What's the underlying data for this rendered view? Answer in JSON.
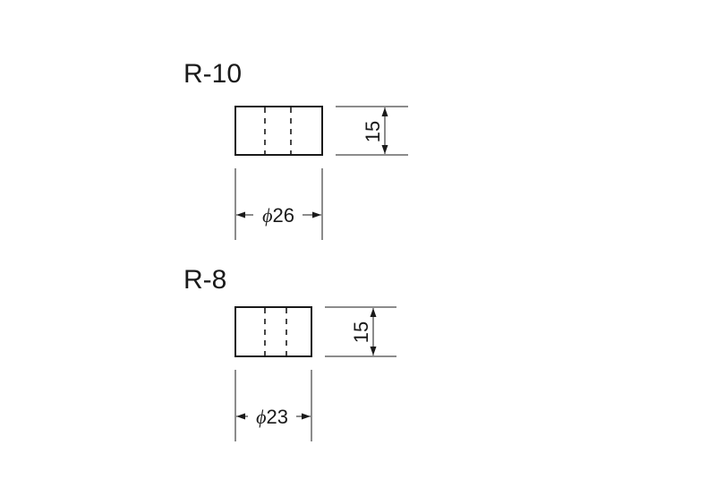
{
  "parts": [
    {
      "label": "R-10",
      "height_dim": "15",
      "diameter_symbol": "ϕ",
      "diameter_value": "26"
    },
    {
      "label": "R-8",
      "height_dim": "15",
      "diameter_symbol": "ϕ",
      "diameter_value": "23"
    }
  ],
  "colors": {
    "line": "#1a1a1a",
    "background": "#ffffff"
  }
}
